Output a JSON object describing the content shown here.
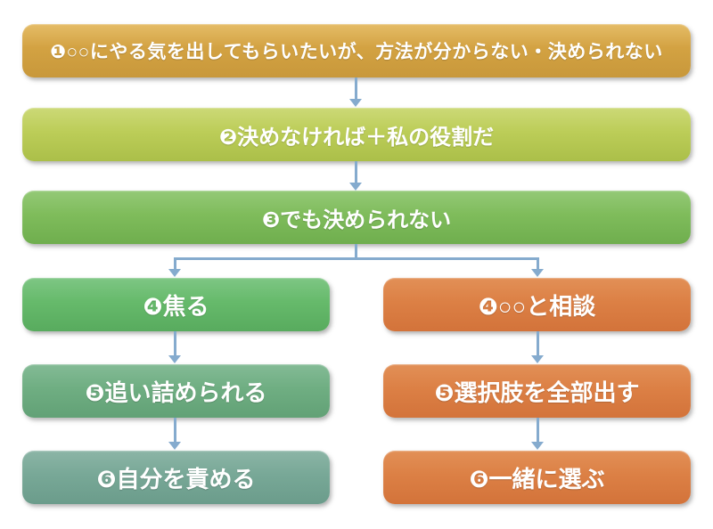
{
  "palette": {
    "background": "#ffffff",
    "connector_blue": "#85abce",
    "step1_gold": "#d3a242",
    "step2_yellow_green": "#bccd58",
    "step3_green": "#7fbc5b",
    "left_step4_green": "#66ba6b",
    "left_step5_sea_green": "#6fae82",
    "left_step6_gray_green": "#78a897",
    "right_branch_orange": "#dc8045",
    "text_color": "#ffffff"
  },
  "flowchart": {
    "main_steps": [
      {
        "label": "❶○○にやる気を出してもらいたいが、方法が分からない・決められない"
      },
      {
        "label": "❷決めなければ＋私の役割だ"
      },
      {
        "label": "❸でも決められない"
      }
    ],
    "left_branch": {
      "steps": [
        {
          "label": "❹焦る"
        },
        {
          "label": "❺追い詰められる"
        },
        {
          "label": "❻自分を責める"
        }
      ]
    },
    "right_branch": {
      "steps": [
        {
          "label": "❹○○と相談"
        },
        {
          "label": "❺選択肢を全部出す"
        },
        {
          "label": "❻一緒に選ぶ"
        }
      ]
    }
  }
}
